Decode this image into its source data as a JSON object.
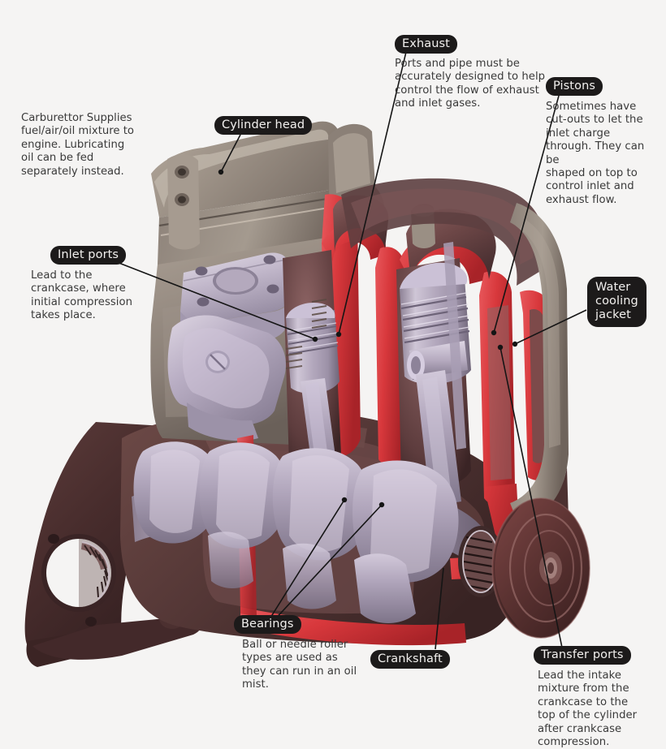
{
  "diagram": {
    "title": "Two-stroke engine cutaway",
    "background_color": "#f5f4f3",
    "label_pill_color": "#1c1a1a",
    "label_text_color": "#f2f0ee",
    "body_text_color": "#3a3a3a",
    "leader_line_color": "#1a1a1a",
    "palette": {
      "cooling_jacket_red": "#d8383c",
      "crankcase_maroon": "#4a2e2e",
      "cylinder_head_taupe": "#9b9086",
      "piston_silver": "#b4a9bd",
      "combustion_chamber_dark": "#6e4a4a",
      "flywheel_maroon": "#5e3334"
    }
  },
  "callouts": [
    {
      "id": "carburettor",
      "label": "",
      "has_pill": false,
      "text": "Carburettor Supplies fuel/air/oil mixture to engine. Lubricating oil can be fed separately instead.",
      "lines": [
        "Carburettor Supplies",
        "fuel/air/oil mixture to",
        "engine. Lubricating",
        "oil can be fed",
        "separately instead."
      ]
    },
    {
      "id": "cylinder-head",
      "label": "Cylinder head",
      "has_pill": true,
      "text": "",
      "lines": []
    },
    {
      "id": "exhaust",
      "label": "Exhaust",
      "has_pill": true,
      "text": "Ports and pipe must be accurately designed to help control the flow of exhaust and inlet gases.",
      "lines": [
        "Ports and pipe must be",
        "accurately designed to help",
        "control the flow of exhaust",
        "and inlet gases."
      ]
    },
    {
      "id": "pistons",
      "label": "Pistons",
      "has_pill": true,
      "text": "Sometimes have cut-outs to let the inlet charge through. They can be shaped on top to control inlet and exhaust flow.",
      "lines": [
        "Sometimes have",
        "cut-outs to let the",
        "inlet charge",
        "through. They can be",
        "shaped on top to",
        "control inlet and",
        "exhaust flow."
      ]
    },
    {
      "id": "inlet-ports",
      "label": "Inlet ports",
      "has_pill": true,
      "text": "Lead to the crankcase, where initial compression takes place.",
      "lines": [
        "Lead to the",
        "crankcase, where",
        "initial compression",
        "takes place."
      ]
    },
    {
      "id": "water-cooling-jacket",
      "label": "Water cooling jacket",
      "has_pill": true,
      "text": "",
      "lines": [
        "Water",
        "cooling",
        "jacket"
      ]
    },
    {
      "id": "bearings",
      "label": "Bearings",
      "has_pill": true,
      "text": "Ball or needle roller types are used as they can run in an oil mist.",
      "lines": [
        "Ball or needle roller",
        "types are used as",
        "they can run in an oil",
        "mist."
      ]
    },
    {
      "id": "crankshaft",
      "label": "Crankshaft",
      "has_pill": true,
      "text": "",
      "lines": []
    },
    {
      "id": "transfer-ports",
      "label": "Transfer ports",
      "has_pill": true,
      "text": "Lead the intake mixture from the crankcase to the top of the cylinder after crankcase compression.",
      "lines": [
        "Lead the intake",
        "mixture from the",
        "crankcase to the",
        "top of the cylinder",
        "after crankcase",
        "compression."
      ]
    }
  ]
}
